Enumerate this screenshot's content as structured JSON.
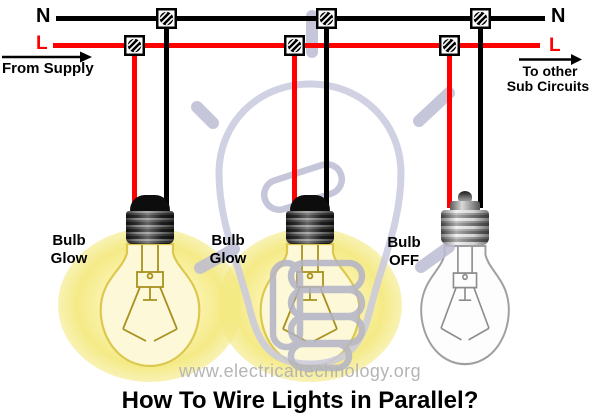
{
  "wires": {
    "neutral_label_left": "N",
    "neutral_label_right": "N",
    "live_label_left": "L",
    "live_label_right": "L",
    "neutral_color": "#000000",
    "live_color": "#fe0000"
  },
  "annotations": {
    "from_supply": "From Supply",
    "to_other_line1": "To other",
    "to_other_line2": "Sub Circuits"
  },
  "bulbs": [
    {
      "id": "bulb-1",
      "state": "glow",
      "label_line1": "Bulb",
      "label_line2": "Glow"
    },
    {
      "id": "bulb-2",
      "state": "glow",
      "label_line1": "Bulb",
      "label_line2": "Glow"
    },
    {
      "id": "bulb-3",
      "state": "off",
      "label_line1": "Bulb",
      "label_line2": "OFF"
    }
  ],
  "footer": {
    "watermark_url": "www.electricaltechnology.org",
    "title": "How To Wire Lights in Parallel?"
  },
  "colors": {
    "live_wire": "#fe0000",
    "neutral_wire": "#000000",
    "glow_yellow": "#f4e980",
    "watermark_lavender": "#c9c9e0",
    "url_text_gray": "#b5b5b5"
  },
  "icons": {
    "junction_box": "hatched-circle-connector",
    "arrow_right": "right-arrow"
  }
}
